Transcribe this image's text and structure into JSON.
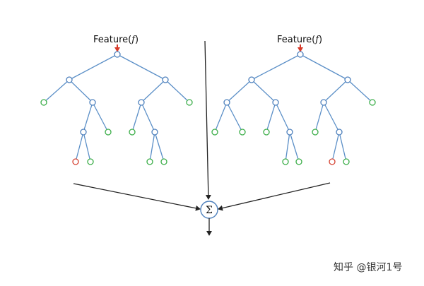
{
  "trees": [
    {
      "feature_label": {
        "prefix": "Feature(",
        "variable": "f",
        "suffix": ")"
      }
    },
    {
      "feature_label": {
        "prefix": "Feature(",
        "variable": "f",
        "suffix": ")"
      }
    }
  ],
  "aggregator": {
    "symbol": "Σ"
  },
  "watermark": {
    "text": "知乎 @银河1号"
  },
  "colors": {
    "edge": "#5b8fc7",
    "internal_node": "#4f81bd",
    "leaf_green": "#3cae49",
    "leaf_red": "#d64535",
    "feature_marker": "#d63a2a",
    "arrow": "#222222"
  }
}
